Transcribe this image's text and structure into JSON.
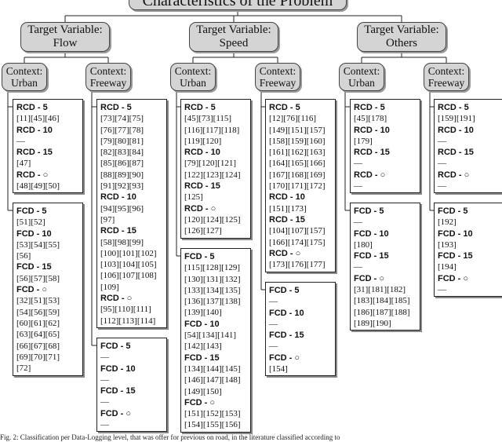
{
  "root": {
    "title": "Characteristics of the Problem"
  },
  "targets": [
    {
      "label": "Target Variable:",
      "name": "Flow",
      "contexts": [
        {
          "label": "Context:",
          "name": "Urban",
          "rcd": [
            {
              "title": "RCD - 5",
              "rows": [
                "[11][45][46]"
              ]
            },
            {
              "title": "RCD - 10",
              "rows": [
                "—"
              ]
            },
            {
              "title": "RCD - 15",
              "rows": [
                "[47]"
              ]
            },
            {
              "title": "RCD - ○",
              "rows": [
                "[48][49][50]"
              ]
            }
          ],
          "fcd": [
            {
              "title": "FCD - 5",
              "rows": [
                "[51][52]"
              ]
            },
            {
              "title": "FCD - 10",
              "rows": [
                "[53][54][55]",
                "[56]"
              ]
            },
            {
              "title": "FCD - 15",
              "rows": [
                "[56][57][58]"
              ]
            },
            {
              "title": "FCD - ○",
              "rows": [
                "[32][51][53]",
                "[54][56][59]",
                "[60][61][62]",
                "[63][64][65]",
                "[66][67][68]",
                "[69][70][71]",
                "[72]"
              ]
            }
          ]
        },
        {
          "label": "Context:",
          "name": "Freeway",
          "rcd": [
            {
              "title": "RCD - 5",
              "rows": [
                "[73][74][75]",
                "[76][77][78]",
                "[79][80][81]",
                "[82][83][84]",
                "[85][86][87]",
                "[88][89][90]",
                "[91][92][93]"
              ]
            },
            {
              "title": "RCD - 10",
              "rows": [
                "[94][95][96]",
                "[97]"
              ]
            },
            {
              "title": "RCD - 15",
              "rows": [
                "[58][98][99]",
                "[100][101][102]",
                "[103][104][105]",
                "[106][107][108]",
                "[109]"
              ]
            },
            {
              "title": "RCD - ○",
              "rows": [
                "[95][110][111]",
                "[112][113][114]"
              ]
            }
          ],
          "fcd": [
            {
              "title": "FCD - 5",
              "rows": [
                "—"
              ]
            },
            {
              "title": "FCD - 10",
              "rows": [
                "—"
              ]
            },
            {
              "title": "FCD - 15",
              "rows": [
                "—"
              ]
            },
            {
              "title": "FCD - ○",
              "rows": [
                "—"
              ]
            }
          ]
        }
      ]
    },
    {
      "label": "Target Variable:",
      "name": "Speed",
      "contexts": [
        {
          "label": "Context:",
          "name": "Urban",
          "rcd": [
            {
              "title": "RCD - 5",
              "rows": [
                "[45][73][115]",
                "[116][117][118]",
                "[119][120]"
              ]
            },
            {
              "title": "RCD - 10",
              "rows": [
                "[79][120][121]",
                "[122][123][124]"
              ]
            },
            {
              "title": "RCD - 15",
              "rows": [
                "[125]"
              ]
            },
            {
              "title": "RCD - ○",
              "rows": [
                "[120][124][125]",
                "[126][127]"
              ]
            }
          ],
          "fcd": [
            {
              "title": "FCD - 5",
              "rows": [
                "[115][128][129]",
                "[130][131][132]",
                "[133][134][135]",
                "[136][137][138]",
                "[139][140]"
              ]
            },
            {
              "title": "FCD - 10",
              "rows": [
                "[54][134][141]",
                "[142][143]"
              ]
            },
            {
              "title": "FCD - 15",
              "rows": [
                "[134][144][145]",
                "[146][147][148]",
                "[149][150]"
              ]
            },
            {
              "title": "FCD - ○",
              "rows": [
                "[151][152][153]",
                "[154][155][156]"
              ]
            }
          ]
        },
        {
          "label": "Context:",
          "name": "Freeway",
          "rcd": [
            {
              "title": "RCD - 5",
              "rows": [
                "[12][76][116]",
                "[149][151][157]",
                "[158][159][160]",
                "[161][162][163]",
                "[164][165][166]",
                "[167][168][169]",
                "[170][171][172]"
              ]
            },
            {
              "title": "RCD - 10",
              "rows": [
                "[151][173]"
              ]
            },
            {
              "title": "RCD - 15",
              "rows": [
                "[104][107][157]",
                "[166][174][175]"
              ]
            },
            {
              "title": "RCD - ○",
              "rows": [
                "[173][176][177]"
              ]
            }
          ],
          "fcd": [
            {
              "title": "FCD - 5",
              "rows": [
                "—"
              ]
            },
            {
              "title": "FCD - 10",
              "rows": [
                "—"
              ]
            },
            {
              "title": "FCD - 15",
              "rows": [
                "—"
              ]
            },
            {
              "title": "FCD - ○",
              "rows": [
                "[154]"
              ]
            }
          ]
        }
      ]
    },
    {
      "label": "Target Variable:",
      "name": "Others",
      "contexts": [
        {
          "label": "Context:",
          "name": "Urban",
          "rcd": [
            {
              "title": "RCD - 5",
              "rows": [
                "[45][178]"
              ]
            },
            {
              "title": "RCD - 10",
              "rows": [
                "[179]"
              ]
            },
            {
              "title": "RCD - 15",
              "rows": [
                "—"
              ]
            },
            {
              "title": "RCD - ○",
              "rows": [
                "—"
              ]
            }
          ],
          "fcd": [
            {
              "title": "FCD - 5",
              "rows": [
                "—"
              ]
            },
            {
              "title": "FCD - 10",
              "rows": [
                "[180]"
              ]
            },
            {
              "title": "FCD - 15",
              "rows": [
                "—"
              ]
            },
            {
              "title": "FCD - ○",
              "rows": [
                "[31][181][182]",
                "[183][184][185]",
                "[186][187][188]",
                "[189][190]"
              ]
            }
          ]
        },
        {
          "label": "Context:",
          "name": "Freeway",
          "rcd": [
            {
              "title": "RCD - 5",
              "rows": [
                "[159][191]"
              ]
            },
            {
              "title": "RCD - 10",
              "rows": [
                "—"
              ]
            },
            {
              "title": "RCD - 15",
              "rows": [
                "—"
              ]
            },
            {
              "title": "RCD - ○",
              "rows": [
                "—"
              ]
            }
          ],
          "fcd": [
            {
              "title": "FCD - 5",
              "rows": [
                "[192]"
              ]
            },
            {
              "title": "FCD - 10",
              "rows": [
                "[193]"
              ]
            },
            {
              "title": "FCD - 15",
              "rows": [
                "[194]"
              ]
            },
            {
              "title": "FCD - ○",
              "rows": [
                "—"
              ]
            }
          ]
        }
      ]
    }
  ],
  "caption": "Fig. 2: Classification per Data-Logging level, that was offer for previous on road, in the literature classified according to"
}
